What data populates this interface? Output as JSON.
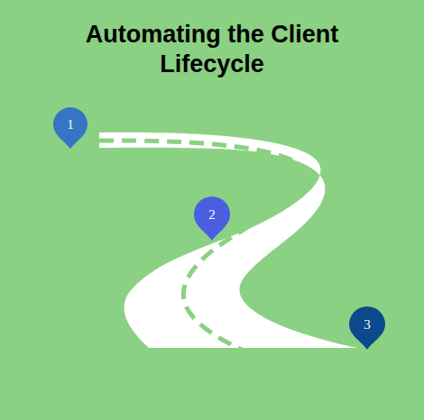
{
  "diagram": {
    "title": "Automating the Client Lifecycle",
    "labels": [
      "1",
      "2",
      "3"
    ]
  }
}
